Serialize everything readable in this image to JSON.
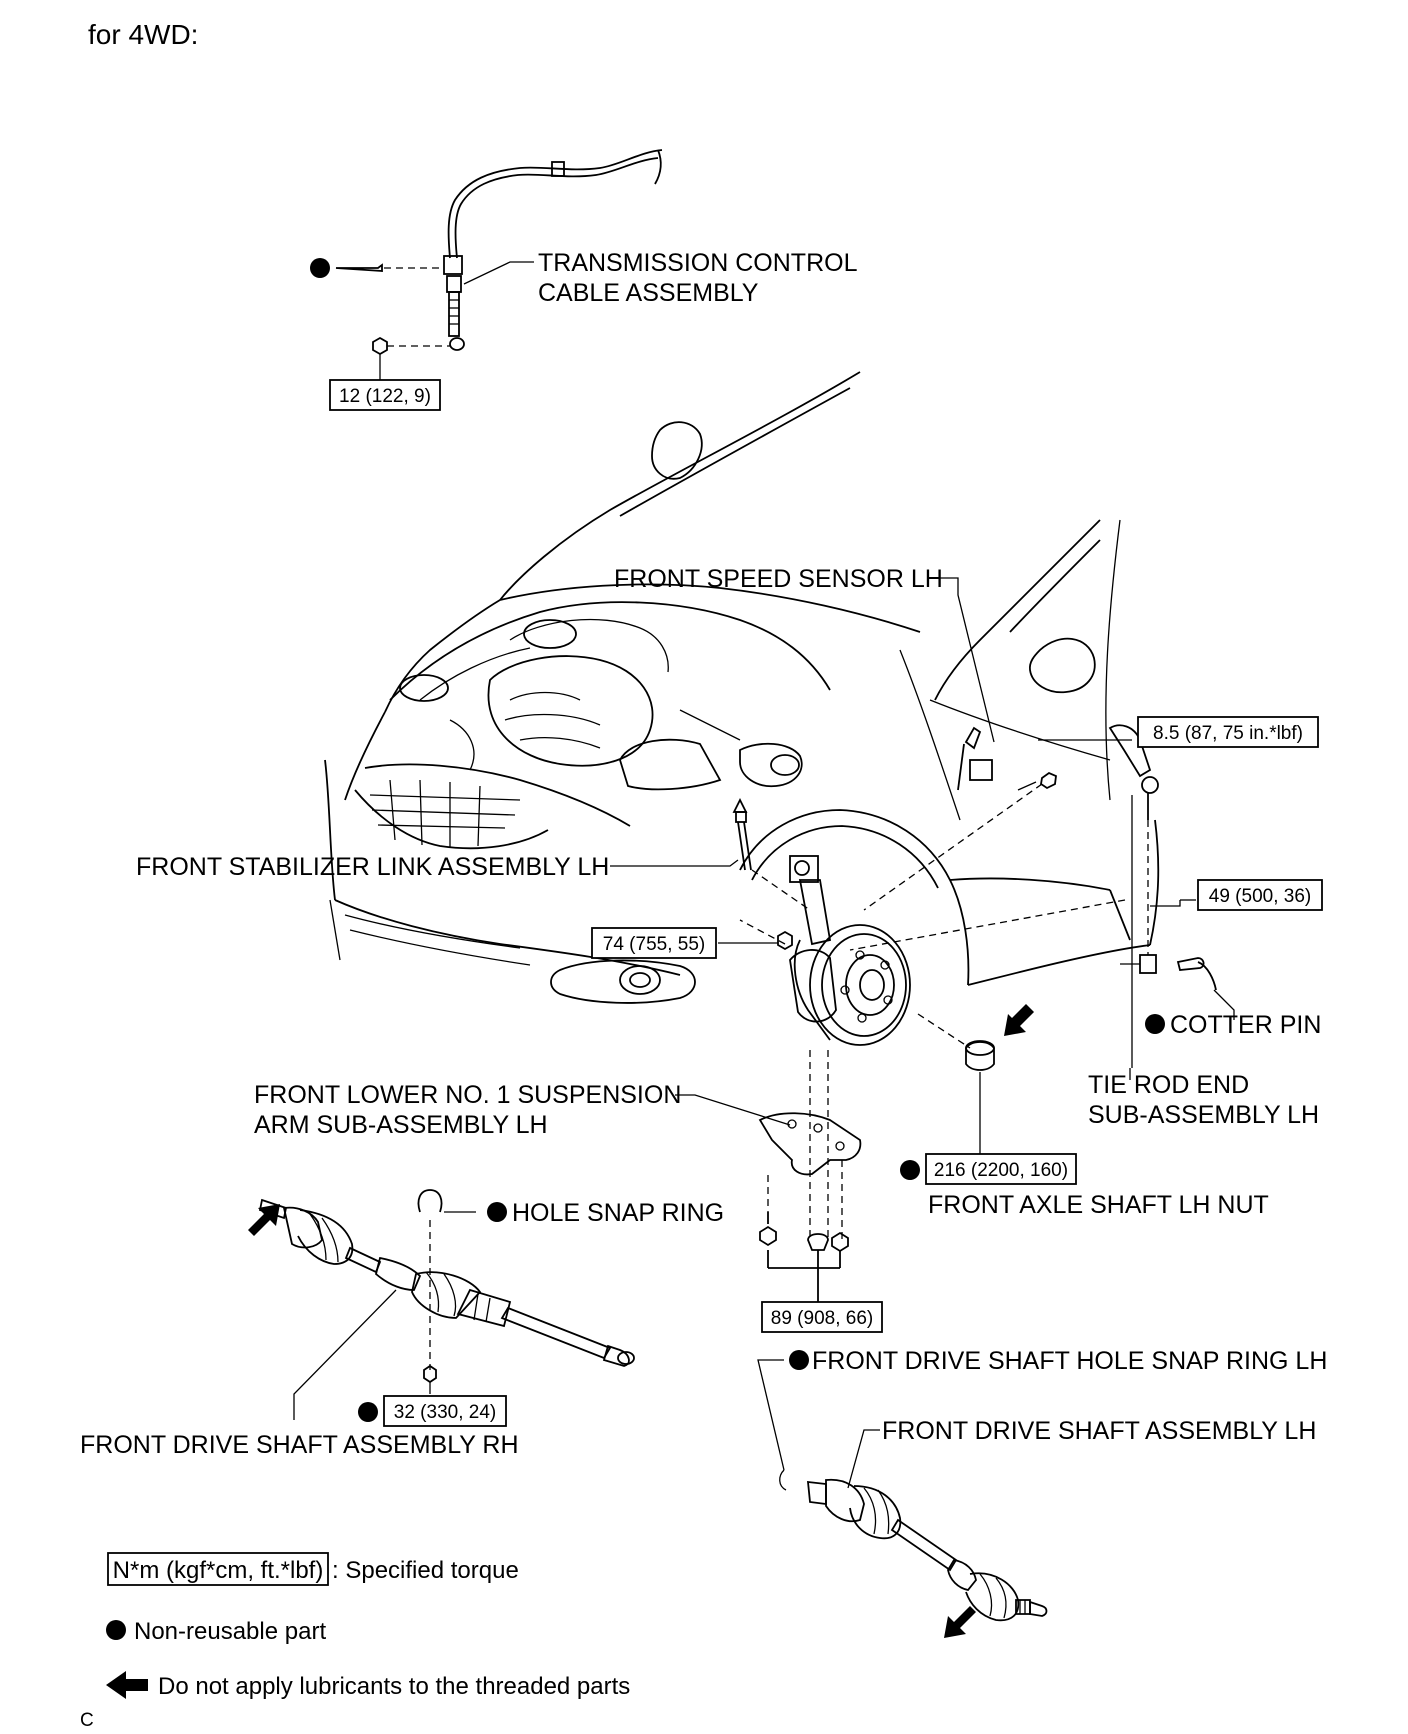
{
  "header": {
    "title": "for 4WD:"
  },
  "labels": {
    "transmission_cable_1": "TRANSMISSION CONTROL",
    "transmission_cable_2": "CABLE ASSEMBLY",
    "front_speed_sensor": "FRONT SPEED SENSOR LH",
    "stabilizer_link": "FRONT STABILIZER LINK ASSEMBLY LH",
    "cotter_pin": "COTTER PIN",
    "tie_rod_end_1": "TIE ROD END",
    "tie_rod_end_2": "SUB-ASSEMBLY LH",
    "lower_arm_1": "FRONT LOWER NO. 1 SUSPENSION",
    "lower_arm_2": "ARM SUB-ASSEMBLY LH",
    "axle_nut": "FRONT AXLE SHAFT LH NUT",
    "hole_snap_ring": "HOLE SNAP RING",
    "shaft_snap_ring_lh": "FRONT DRIVE SHAFT HOLE SNAP RING LH",
    "drive_shaft_lh": "FRONT DRIVE SHAFT ASSEMBLY LH",
    "drive_shaft_rh": "FRONT DRIVE SHAFT ASSEMBLY RH"
  },
  "torques": {
    "cable_nut": "12 (122, 9)",
    "speed_sensor_bolt": "8.5 (87, 75 in.*lbf)",
    "tie_rod_nut": "49 (500, 36)",
    "stabilizer_nut": "74 (755, 55)",
    "axle_nut": "216 (2200, 160)",
    "lower_arm_bolts": "89 (908, 66)",
    "rh_bolt": "32 (330, 24)"
  },
  "legend": {
    "torque_box": "N*m (kgf*cm, ft.*lbf)",
    "torque_text": ": Specified torque",
    "nonreusable": "Non-reusable part",
    "no_lube": "Do not apply lubricants to the threaded parts"
  },
  "footer": {
    "code": "C"
  }
}
